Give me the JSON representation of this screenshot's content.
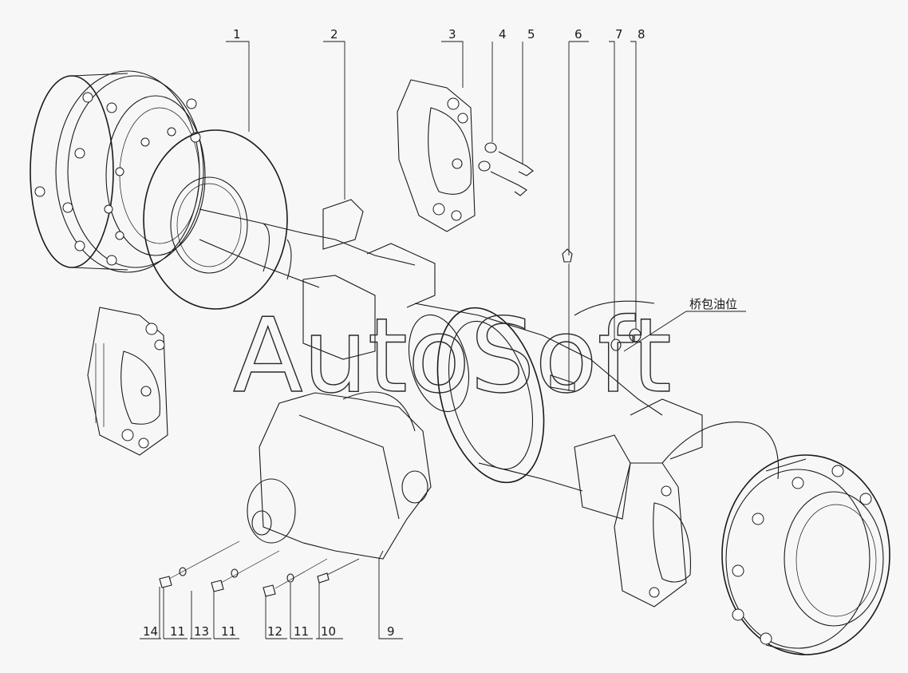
{
  "watermark": "AutoSoft",
  "note_label": "桥包油位",
  "callouts": {
    "c1": "1",
    "c2": "2",
    "c3": "3",
    "c4": "4",
    "c5": "5",
    "c6": "6",
    "c7": "7",
    "c8": "8",
    "c9": "9",
    "c10": "10",
    "c11a": "11",
    "c12": "12",
    "c11b": "11",
    "c13": "13",
    "c11c": "11",
    "c14": "14"
  }
}
